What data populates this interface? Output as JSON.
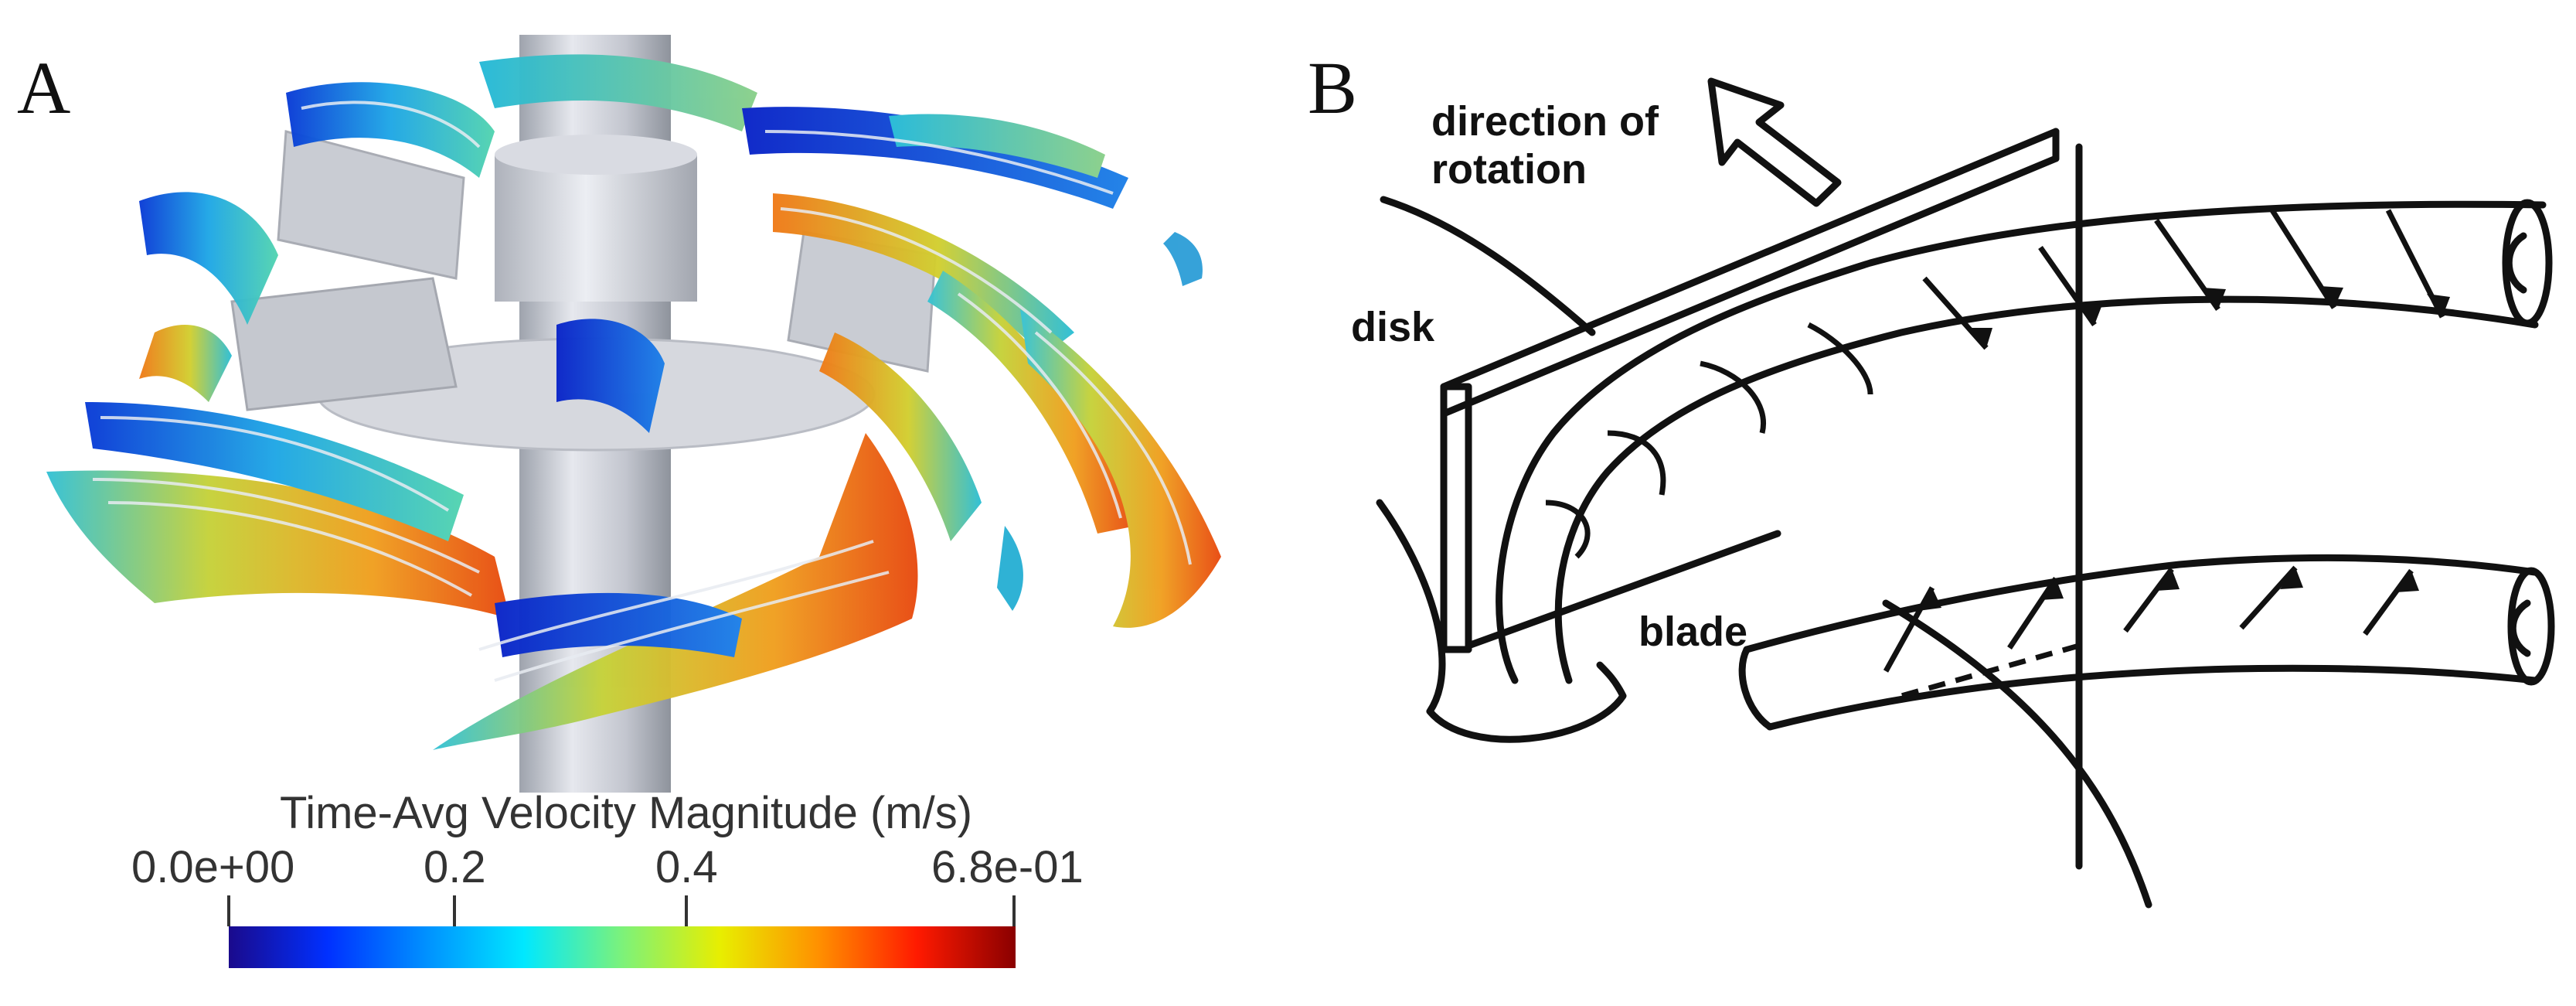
{
  "panel_a": {
    "letter": "A",
    "colorbar": {
      "title": "Time-Avg Velocity Magnitude (m/s)",
      "ticks": [
        "0.0e+00",
        "0.2",
        "0.4",
        "6.8e-01"
      ],
      "tick_values": [
        0,
        0.2,
        0.4,
        0.68
      ],
      "range": [
        0,
        0.68
      ],
      "colormap": [
        "#1a0a8c",
        "#0030ff",
        "#0090ff",
        "#00e8ff",
        "#7cf27a",
        "#e8ee00",
        "#ff9000",
        "#ff1a00",
        "#8a0000"
      ]
    }
  },
  "panel_b": {
    "letter": "B",
    "labels": {
      "direction": "direction of rotation",
      "disk": "disk",
      "blade": "blade"
    }
  }
}
